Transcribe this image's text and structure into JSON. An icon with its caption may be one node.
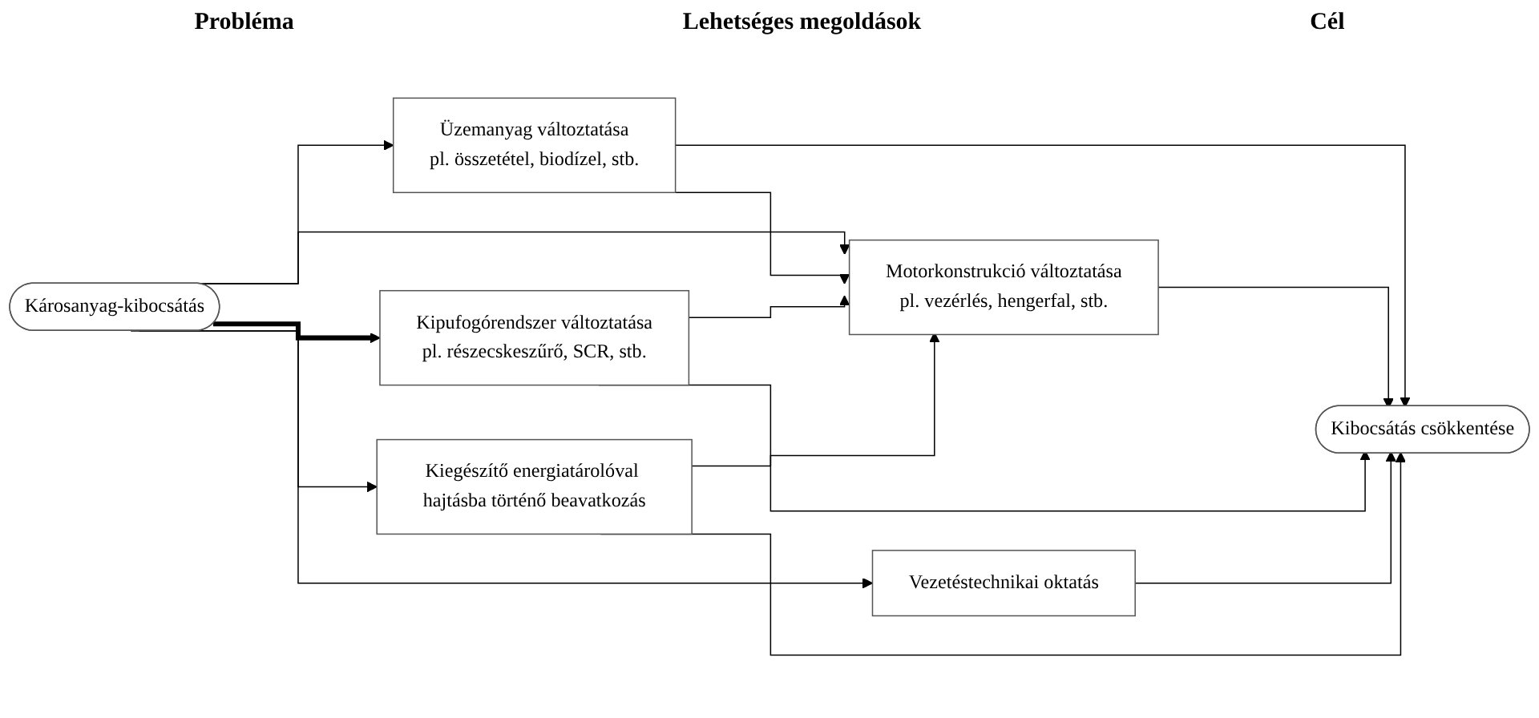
{
  "diagram": {
    "nodes": [
      {
        "text": [
          "Károsanyag-kibocsátás"
        ]
      },
      {
        "text": [
          "Üzemanyag változtatása",
          "pl. összetétel, biodízel, stb."
        ]
      },
      {
        "text": [
          "Motorkonstrukció változtatása",
          "pl. vezérlés, hengerfal, stb."
        ]
      },
      {
        "text": [
          "Kipufogórendszer változtatása",
          "pl. részecskeszűrő, SCR, stb."
        ]
      },
      {
        "text": [
          "Vezetéstechnikai oktatás"
        ]
      },
      {
        "text": [
          "Kiegészítő energiatárolóval hajtásba történő beavatkozás"
        ]
      },
      {
        "text": [
          "Kibocsátás csökkentése"
        ]
      }
    ],
    "edges": [
      {
        "from": 0,
        "to": 1,
        "arrow": "to"
      },
      {
        "from": 0,
        "to": 2,
        "arrow": "to"
      },
      {
        "from": 0,
        "to": 3,
        "arrow": "to",
        "style": "thick"
      },
      {
        "from": 0,
        "to": 4,
        "arrow": "to"
      },
      {
        "from": 0,
        "to": 5,
        "arrow": "to"
      },
      {
        "from": 1,
        "to": 2,
        "arrow": "to"
      },
      {
        "from": 3,
        "to": 2,
        "arrow": "to"
      },
      {
        "from": 5,
        "to": 2,
        "arrow": "to"
      },
      {
        "from": 1,
        "to": 6,
        "arrow": "to"
      },
      {
        "from": 2,
        "to": 6,
        "arrow": "to"
      },
      {
        "from": 3,
        "to": 6,
        "arrow": "to"
      },
      {
        "from": 4,
        "to": 6,
        "arrow": "to"
      },
      {
        "from": 5,
        "to": 6,
        "arrow": "to"
      }
    ],
    "labels": [
      "Probléma",
      "Lehetséges megoldások",
      "Cél"
    ]
  }
}
